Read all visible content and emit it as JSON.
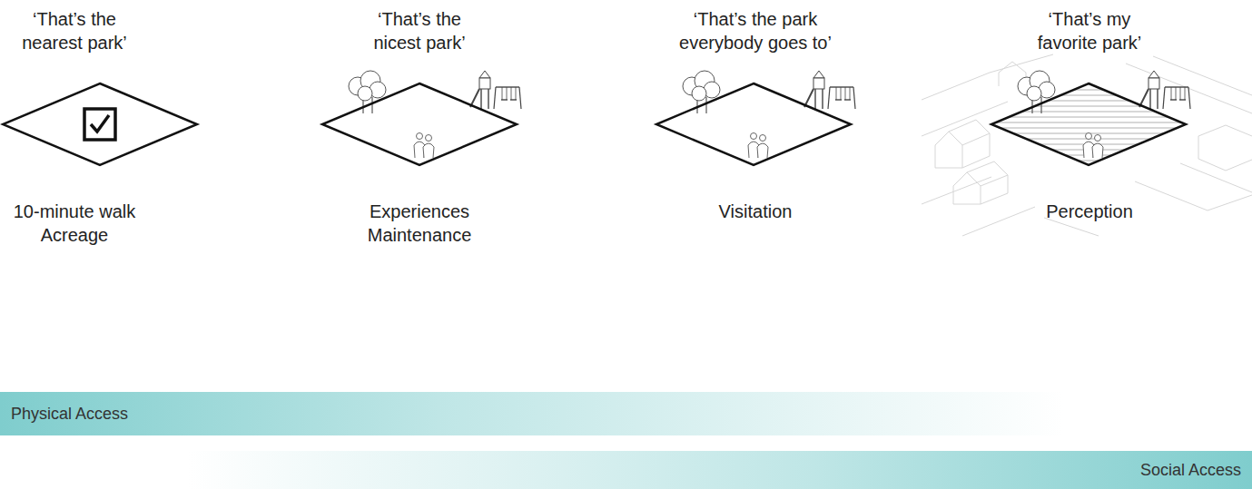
{
  "diagram": {
    "nodes": [
      {
        "text": [
          "‘That’s the nearest park’",
          "10-minute walk Acreage"
        ]
      },
      {
        "text": [
          "‘That’s the nicest park’",
          "Experiences Maintenance"
        ]
      },
      {
        "text": [
          "‘That’s the park everybody goes to’",
          "Visitation"
        ]
      },
      {
        "text": [
          "‘That’s my favorite park’",
          "Perception"
        ]
      },
      {
        "text": [
          "Physical Access"
        ]
      },
      {
        "text": [
          "Social Access"
        ]
      }
    ]
  }
}
